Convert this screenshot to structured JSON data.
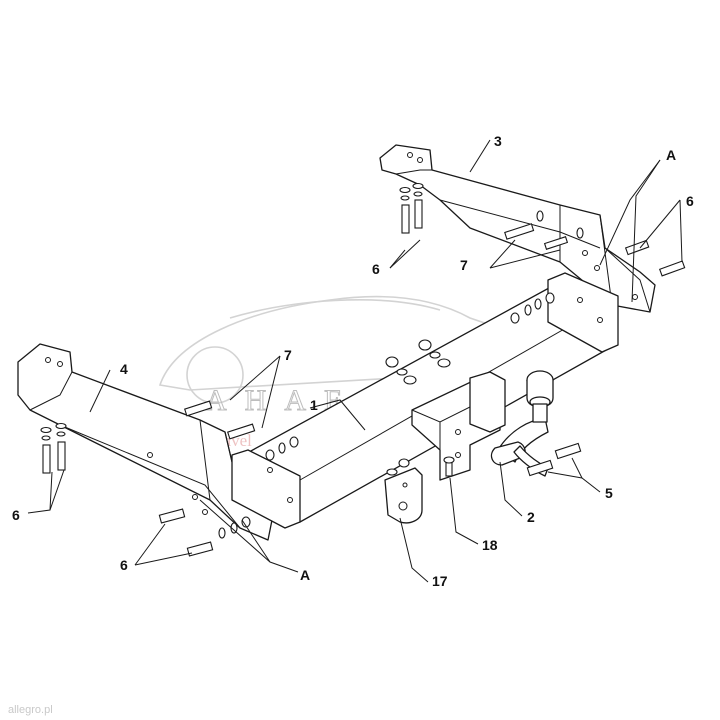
{
  "diagram": {
    "callouts": {
      "c1": "1",
      "c2": "2",
      "c3": "3",
      "c4": "4",
      "c5": "5",
      "c6a": "6",
      "c6b": "6",
      "c6c": "6",
      "c6d": "6",
      "c7a": "7",
      "c7b": "7",
      "c17": "17",
      "c18": "18",
      "cAa": "A",
      "cAb": "A"
    }
  },
  "watermark": {
    "brand": "AHAFA",
    "tagline": "pack and travel"
  },
  "footer": {
    "site": "allegro.pl"
  }
}
